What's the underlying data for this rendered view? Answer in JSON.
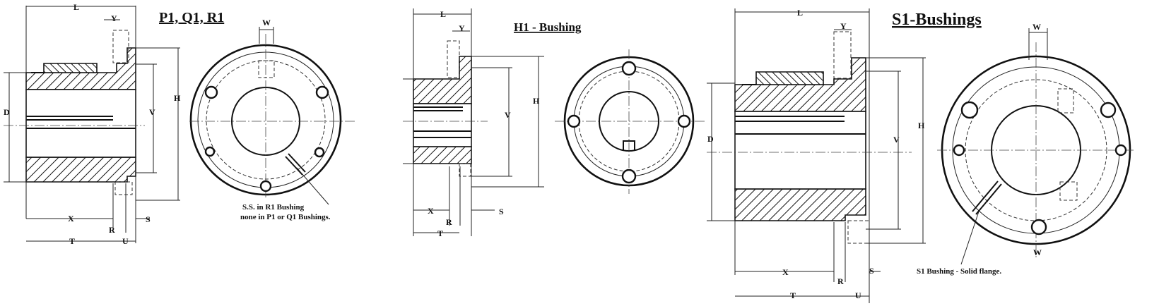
{
  "drawings": [
    {
      "id": "pqr",
      "title": "P1, Q1, R1",
      "dims": {
        "L": "L",
        "Y": "Y",
        "W": "W",
        "D": "D",
        "V": "V",
        "H": "H",
        "X": "X",
        "R": "R",
        "S": "S",
        "T": "T",
        "U": "U"
      },
      "note_lines": [
        "S.S. in R1 Bushing",
        "none in P1 or Q1 Bushings."
      ]
    },
    {
      "id": "h1",
      "title": "H1 - Bushing",
      "dims": {
        "L": "L",
        "Y": "Y",
        "V": "V",
        "H": "H",
        "X": "X",
        "R": "R",
        "S": "S",
        "T": "T"
      }
    },
    {
      "id": "s1",
      "title": "S1-Bushings",
      "dims": {
        "L": "L",
        "Y": "Y",
        "W": "W",
        "D": "D",
        "V": "V",
        "H": "H",
        "X": "X",
        "R": "R",
        "S": "S",
        "T": "T",
        "U": "U",
        "W2": "W"
      },
      "note_lines": [
        "S1 Bushing - Solid flange."
      ]
    }
  ]
}
